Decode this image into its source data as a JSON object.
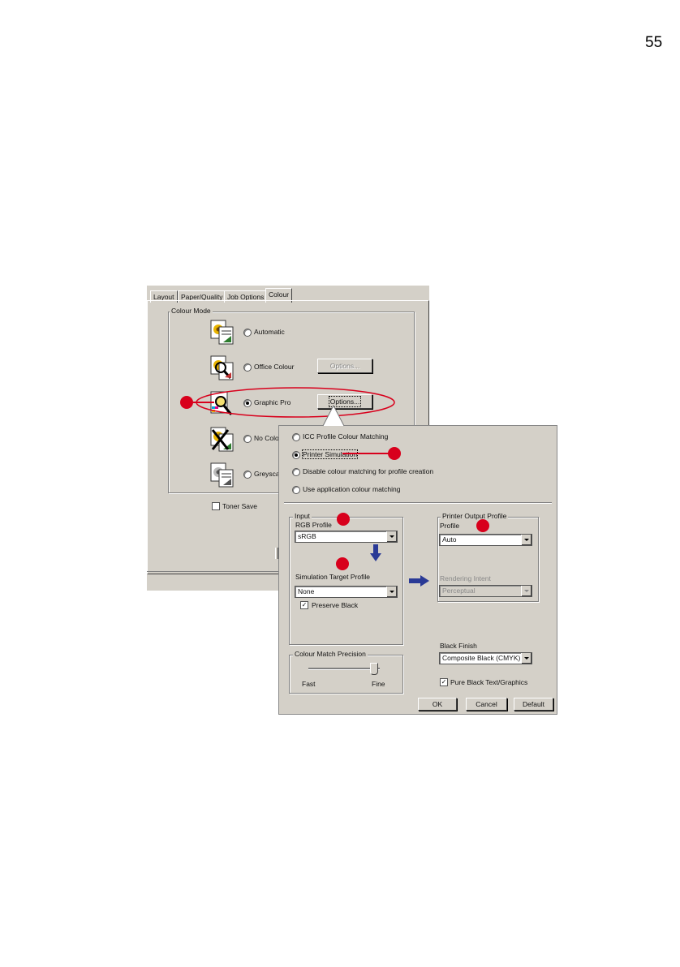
{
  "page_number": "55",
  "main_dialog": {
    "tabs": [
      "Layout",
      "Paper/Quality",
      "Job Options",
      "Colour"
    ],
    "active_tab": "Colour",
    "colour_mode": {
      "label": "Colour Mode",
      "options": [
        "Automatic",
        "Office Colour",
        "Graphic Pro",
        "No Colo",
        "Greysca"
      ],
      "selected": "Graphic Pro",
      "office_options_button": "Options...",
      "graphic_options_button": "Options..."
    },
    "toner_save_label": "Toner Save"
  },
  "options_dialog": {
    "matching_options": [
      "ICC Profile Colour Matching",
      "Printer Simulation",
      "Disable colour matching for profile creation",
      "Use application colour matching"
    ],
    "selected": "Printer Simulation",
    "input_group": {
      "label": "Input",
      "rgb_profile_label": "RGB Profile",
      "rgb_profile_value": "sRGB",
      "simulation_target_label": "Simulation Target Profile",
      "simulation_target_value": "None",
      "preserve_black_label": "Preserve Black"
    },
    "output_group": {
      "label": "Printer Output Profile",
      "profile_label": "Profile",
      "profile_value": "Auto",
      "rendering_intent_label": "Rendering Intent",
      "rendering_intent_value": "Perceptual"
    },
    "precision_group": {
      "label": "Colour Match Precision",
      "fast_label": "Fast",
      "fine_label": "Fine"
    },
    "black_finish_label": "Black Finish",
    "black_finish_value": "Composite Black (CMYK)",
    "pure_black_label": "Pure Black Text/Graphics",
    "buttons": {
      "ok": "OK",
      "cancel": "Cancel",
      "default": "Default"
    }
  },
  "colors": {
    "callout_red": "#d8001c",
    "arrow_blue": "#2a3a96",
    "dialog_grey": "#d4d0c8"
  }
}
